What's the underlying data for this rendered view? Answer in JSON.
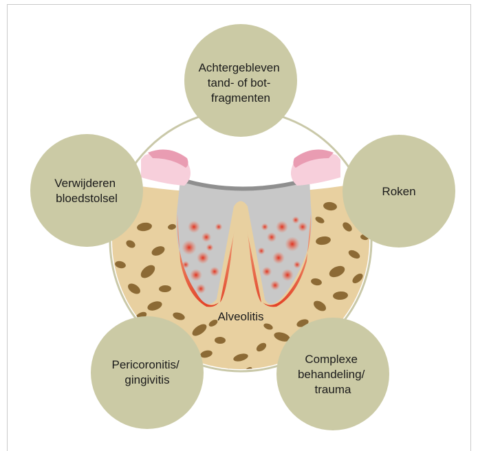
{
  "center": {
    "label": "Alveolitis"
  },
  "causes": [
    {
      "id": "fragments",
      "lines": [
        "Achtergebleven",
        "tand- of bot-",
        "fragmenten"
      ]
    },
    {
      "id": "smoking",
      "lines": [
        "Roken"
      ]
    },
    {
      "id": "complex",
      "lines": [
        "Complexe",
        "behandeling/",
        "trauma"
      ]
    },
    {
      "id": "pericoronitis",
      "lines": [
        "Pericoronitis/",
        "gingivitis"
      ]
    },
    {
      "id": "clot",
      "lines": [
        "Verwijderen",
        "bloedstolsel"
      ]
    }
  ],
  "colors": {
    "node_fill": "#cbcaa5",
    "bone": "#e8d0a0",
    "bone_pore": "#8c6a35",
    "gum": "#f4c6d2",
    "gum_dark": "#e8a0b4",
    "socket": "#c8c8c8",
    "inflammation": "#e53a1e"
  }
}
